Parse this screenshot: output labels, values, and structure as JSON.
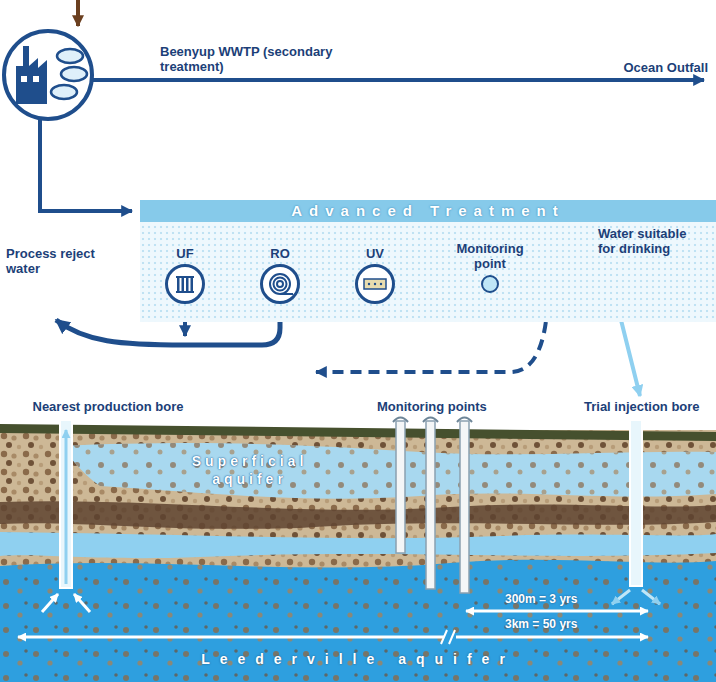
{
  "diagram": {
    "nodes": [
      {
        "text": [
          "Advanced Treatment"
        ]
      },
      {
        "text": [
          "UF"
        ],
        "in": 0
      },
      {
        "text": [
          "RO"
        ],
        "in": 0
      },
      {
        "text": [
          "UV"
        ],
        "in": 0
      },
      {
        "text": [
          "Monitoring point"
        ],
        "in": 0
      },
      {
        "text": [
          "Trial injection bore"
        ]
      },
      {
        "text": [
          "Nearest production bore"
        ]
      },
      {
        "text": [
          "Monitoring points"
        ]
      }
    ],
    "edges": [
      {
        "from": 1,
        "to": 2,
        "arrow": "none"
      },
      {
        "from": 2,
        "to": 3,
        "arrow": "none"
      },
      {
        "from": 3,
        "to": 4,
        "arrow": "none"
      },
      {
        "from": 4,
        "to": 5,
        "arrow": "to"
      }
    ],
    "labels": [
      "Beenyup WWTP (secondary treatment)",
      "Ocean Outfall",
      "Process reject water",
      "Water suitable for drinking",
      "Superficial aquifer",
      "300m = 3 yrs",
      "3km = 50 yrs",
      "Leederville aquifer"
    ]
  }
}
